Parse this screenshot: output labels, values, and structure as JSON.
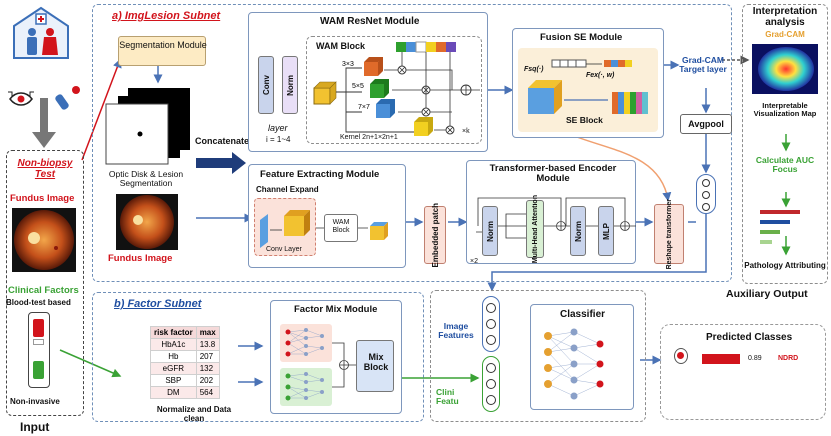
{
  "input": {
    "non_biopsy_test": "Non-biopsy Test",
    "fundus_image": "Fundus Image",
    "clinical_factors": "Clinical Factors",
    "blood_test_based": "Blood-test based",
    "non_invasive": "Non-invasive",
    "label": "Input"
  },
  "imglesion": {
    "title": "a) ImgLesion Subnet",
    "segmentation_module": "Segmentation Module",
    "optic_disk_caption": "Optic Disk & Lesion Segmentation",
    "fundus_image": "Fundus Image",
    "concatenate": "Concatenate",
    "wam_resnet": {
      "title": "WAM ResNet Module",
      "block_title": "WAM Block",
      "conv": "Conv",
      "norm": "Norm",
      "layer": "layer",
      "layer_range": "i = 1~4",
      "k3": "3×3",
      "k5": "5×5",
      "k7": "7×7",
      "kernel": "Kernel 2n+1×2n+1",
      "xk": "×k"
    },
    "fusion_se": {
      "title": "Fusion SE Module",
      "fsq": "Fsq(·)",
      "fex": "Fex(·, w)",
      "se_block": "SE Block"
    },
    "grad_cam_target": "Grad-CAM Target layer",
    "avgpool": "Avgpool",
    "feature_extracting": {
      "title": "Feature Extracting Module",
      "channel_expand": "Channel Expand",
      "conv_layer": "Conv Layer",
      "wam_block": "WAM Block"
    },
    "embedded_patch": "Embedded patch",
    "transformer": {
      "title": "Transformer-based Encoder Module",
      "norm": "Norm",
      "mha": "Multi-Head Attention",
      "mlp": "MLP",
      "x2": "×2"
    },
    "reshape_transformer": "Reshape transformer"
  },
  "factor": {
    "title": "b) Factor Subnet",
    "table_headers": [
      "risk factor",
      "max"
    ],
    "table_rows": [
      [
        "HbA1c",
        "13.8"
      ],
      [
        "Hb",
        "207"
      ],
      [
        "eGFR",
        "132"
      ],
      [
        "SBP",
        "202"
      ],
      [
        "DM",
        "564"
      ]
    ],
    "normalize": "Normalize and Data clean",
    "factor_mix": "Factor Mix Module",
    "mix_block": "Mix Block"
  },
  "classifier": {
    "image_features": "Image Features",
    "clinical_features": "Clini Featu",
    "title": "Classifier"
  },
  "predicted": {
    "title": "Predicted Classes",
    "value": "0.89",
    "label": "NDRD"
  },
  "interpretation": {
    "title": "Interpretation analysis",
    "grad_cam": "Grad-CAM",
    "map_caption": "Interpretable Visualization Map",
    "auc": "Calculate AUC Focus",
    "pathology": "Pathology Attributing",
    "auxiliary": "Auxiliary Output"
  },
  "colors": {
    "accent_red": "#d2141c",
    "accent_green": "#3aa235",
    "accent_blue": "#1f4ea0",
    "segmentation_fill": "#fdebc4",
    "bar_fill": "#f6b6b6"
  }
}
